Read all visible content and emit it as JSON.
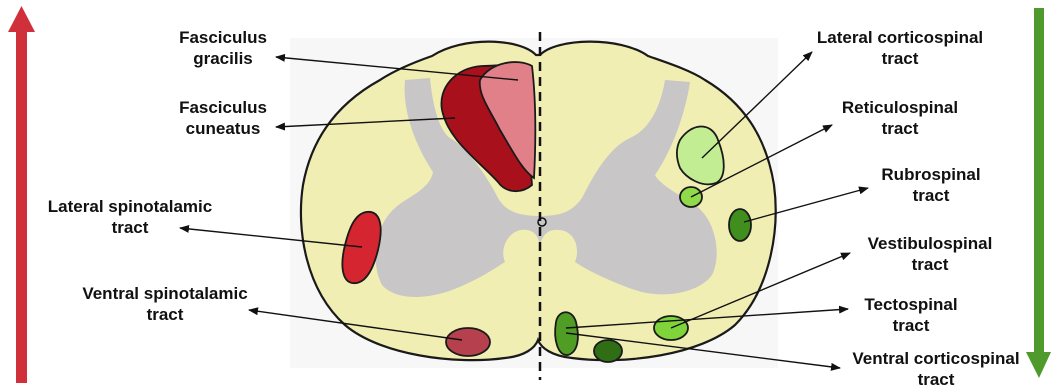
{
  "colors": {
    "white_matter": "#f1eeb3",
    "gray_matter": "#c8c6c6",
    "outline": "#1a1a1a",
    "ascending_arrow": "#d0303a",
    "descending_arrow": "#4f9a2c",
    "gracilis": "#e2808a",
    "cuneatus": "#a8101c",
    "lateral_spinothalamic": "#d42530",
    "ventral_spinothalamic": "#b7404e",
    "lateral_corticospinal": "#c2ed92",
    "reticulospinal": "#8fd94a",
    "rubrospinal": "#3f8e1e",
    "vestibulospinal": "#7fd43a",
    "tectospinal": "#4f9d24",
    "ventral_corticospinal": "#2f6e15"
  },
  "labels": {
    "fasciculus_gracilis": [
      "Fasciculus",
      "gracilis"
    ],
    "fasciculus_cuneatus": [
      "Fasciculus",
      "cuneatus"
    ],
    "lateral_spinotalamic": [
      "Lateral spinotalamic",
      "tract"
    ],
    "ventral_spinotalamic": [
      "Ventral spinotalamic",
      "tract"
    ],
    "lateral_corticospinal": [
      "Lateral corticospinal",
      "tract"
    ],
    "reticulospinal": [
      "Reticulospinal",
      "tract"
    ],
    "rubrospinal": [
      "Rubrospinal",
      "tract"
    ],
    "vestibulospinal": [
      "Vestibulospinal",
      "tract"
    ],
    "tectospinal": [
      "Tectospinal",
      "tract"
    ],
    "ventral_corticospinal": [
      "Ventral corticospinal",
      "tract"
    ]
  }
}
